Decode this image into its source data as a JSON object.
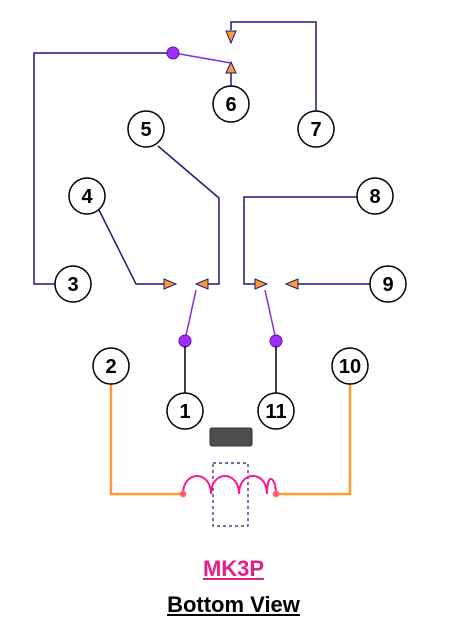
{
  "model": "MK3P",
  "view": "Bottom View",
  "pins": [
    {
      "id": "1",
      "label": "1"
    },
    {
      "id": "2",
      "label": "2"
    },
    {
      "id": "3",
      "label": "3"
    },
    {
      "id": "4",
      "label": "4"
    },
    {
      "id": "5",
      "label": "5"
    },
    {
      "id": "6",
      "label": "6"
    },
    {
      "id": "7",
      "label": "7"
    },
    {
      "id": "8",
      "label": "8"
    },
    {
      "id": "9",
      "label": "9"
    },
    {
      "id": "10",
      "label": "10"
    },
    {
      "id": "11",
      "label": "11"
    }
  ],
  "colors": {
    "model_text": "#e0218a",
    "coil_wire": "#ff9933",
    "coil": "#ff1493",
    "contact_wire": "#1a1a7a",
    "armature": "#8a2be2"
  }
}
